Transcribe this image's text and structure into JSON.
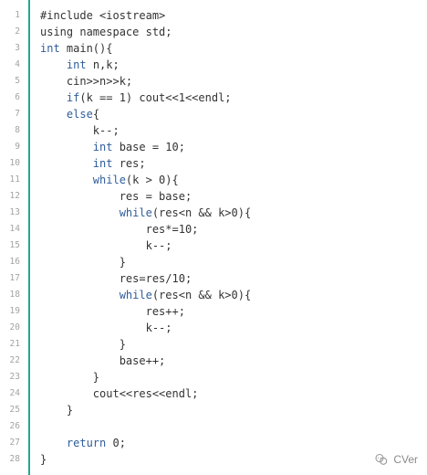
{
  "editor": {
    "lines": [
      {
        "n": "1",
        "t": "#include <iostream>"
      },
      {
        "n": "2",
        "t": "using namespace std;"
      },
      {
        "n": "3",
        "t": "int main(){"
      },
      {
        "n": "4",
        "t": "    int n,k;"
      },
      {
        "n": "5",
        "t": "    cin>>n>>k;"
      },
      {
        "n": "6",
        "t": "    if(k == 1) cout<<1<<endl;"
      },
      {
        "n": "7",
        "t": "    else{"
      },
      {
        "n": "8",
        "t": "        k--;"
      },
      {
        "n": "9",
        "t": "        int base = 10;"
      },
      {
        "n": "10",
        "t": "        int res;"
      },
      {
        "n": "11",
        "t": "        while(k > 0){"
      },
      {
        "n": "12",
        "t": "            res = base;"
      },
      {
        "n": "13",
        "t": "            while(res<n && k>0){"
      },
      {
        "n": "14",
        "t": "                res*=10;"
      },
      {
        "n": "15",
        "t": "                k--;"
      },
      {
        "n": "16",
        "t": "            }"
      },
      {
        "n": "17",
        "t": "            res=res/10;"
      },
      {
        "n": "18",
        "t": "            while(res<n && k>0){"
      },
      {
        "n": "19",
        "t": "                res++;"
      },
      {
        "n": "20",
        "t": "                k--;"
      },
      {
        "n": "21",
        "t": "            }"
      },
      {
        "n": "22",
        "t": "            base++;"
      },
      {
        "n": "23",
        "t": "        }"
      },
      {
        "n": "24",
        "t": "        cout<<res<<endl;"
      },
      {
        "n": "25",
        "t": "    }"
      },
      {
        "n": "26",
        "t": ""
      },
      {
        "n": "27",
        "t": "    return 0;"
      },
      {
        "n": "28",
        "t": "}"
      }
    ]
  },
  "watermark": {
    "text": "CVer",
    "icon": "wechat-icon"
  },
  "colors": {
    "accent": "#23a596",
    "keyword": "#2f5d9b",
    "text": "#333333",
    "line_number": "#a3a3a3"
  }
}
